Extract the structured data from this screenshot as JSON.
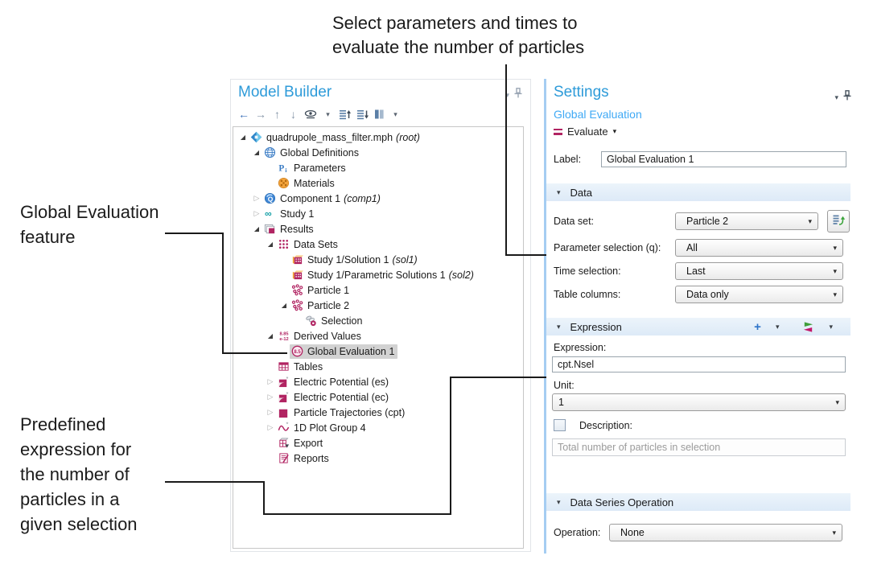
{
  "annotations": {
    "top": {
      "lines": [
        "Select parameters and times to",
        "evaluate the number of particles"
      ]
    },
    "global_eval": {
      "lines": [
        "Global Evaluation",
        "feature"
      ]
    },
    "predefined": {
      "lines": [
        "Predefined",
        "expression for",
        "the number of",
        "particles in a",
        "given selection"
      ]
    }
  },
  "model_builder": {
    "title": "Model Builder",
    "toolbar_icons": [
      {
        "icon": "back-arrow"
      },
      {
        "icon": "forward-arrow"
      },
      {
        "icon": "up-arrow"
      },
      {
        "icon": "down-arrow"
      },
      {
        "icon": "eye"
      },
      {
        "icon": "caret-down"
      },
      {
        "icon": "list-move-up"
      },
      {
        "icon": "list-move-down"
      },
      {
        "icon": "list-columns"
      },
      {
        "icon": "caret-down"
      }
    ],
    "tree": [
      {
        "label": "quadrupole_mass_filter.mph",
        "suffix": "(root)",
        "level": 0,
        "expand": "open",
        "icon": "model-root"
      },
      {
        "label": "Global Definitions",
        "level": 1,
        "expand": "open",
        "icon": "globe"
      },
      {
        "label": "Parameters",
        "level": 2,
        "expand": "leaf",
        "icon": "parameters"
      },
      {
        "label": "Materials",
        "level": 2,
        "expand": "leaf",
        "icon": "materials"
      },
      {
        "label": "Component 1",
        "suffix": "(comp1)",
        "level": 1,
        "expand": "closed",
        "icon": "component"
      },
      {
        "label": "Study 1",
        "level": 1,
        "expand": "closed",
        "icon": "study"
      },
      {
        "label": "Results",
        "level": 1,
        "expand": "open",
        "icon": "results"
      },
      {
        "label": "Data Sets",
        "level": 2,
        "expand": "open",
        "icon": "data-sets"
      },
      {
        "label": "Study 1/Solution 1",
        "suffix": "(sol1)",
        "level": 3,
        "expand": "leaf",
        "icon": "solution-cube"
      },
      {
        "label": "Study 1/Parametric Solutions 1",
        "suffix": "(sol2)",
        "level": 3,
        "expand": "leaf",
        "icon": "solution-cube"
      },
      {
        "label": "Particle 1",
        "level": 3,
        "expand": "leaf",
        "icon": "particle"
      },
      {
        "label": "Particle 2",
        "level": 3,
        "expand": "open",
        "icon": "particle"
      },
      {
        "label": "Selection",
        "level": 4,
        "expand": "leaf",
        "icon": "selection"
      },
      {
        "label": "Derived Values",
        "level": 2,
        "expand": "open",
        "icon": "derived-values"
      },
      {
        "label": "Global Evaluation 1",
        "level": 3,
        "expand": "leaf",
        "icon": "global-evaluation",
        "selected": true
      },
      {
        "label": "Tables",
        "level": 2,
        "expand": "leaf",
        "icon": "tables"
      },
      {
        "label": "Electric Potential (es)",
        "level": 2,
        "expand": "closed",
        "icon": "plot-group-3d"
      },
      {
        "label": "Electric Potential (ec)",
        "level": 2,
        "expand": "closed",
        "icon": "plot-group-3d"
      },
      {
        "label": "Particle Trajectories (cpt)",
        "level": 2,
        "expand": "closed",
        "icon": "plot-group-solid"
      },
      {
        "label": "1D Plot Group 4",
        "level": 2,
        "expand": "closed",
        "icon": "plot-group-1d"
      },
      {
        "label": "Export",
        "level": 2,
        "expand": "leaf",
        "icon": "export"
      },
      {
        "label": "Reports",
        "level": 2,
        "expand": "leaf",
        "icon": "reports"
      }
    ]
  },
  "settings": {
    "title": "Settings",
    "subtitle": "Global Evaluation",
    "evaluate_button": "Evaluate",
    "label_row": {
      "label": "Label:",
      "value": "Global Evaluation 1"
    },
    "data_section": {
      "title": "Data",
      "rows": [
        {
          "label": "Data set:",
          "value": "Particle 2",
          "extra_button": true
        },
        {
          "label": "Parameter selection (q):",
          "value": "All"
        },
        {
          "label": "Time selection:",
          "value": "Last"
        },
        {
          "label": "Table columns:",
          "value": "Data only"
        }
      ]
    },
    "expression_section": {
      "title": "Expression",
      "expression_label": "Expression:",
      "expression_value": "cpt.Nsel",
      "unit_label": "Unit:",
      "unit_value": "1",
      "description_label": "Description:",
      "description_placeholder": "Total number of particles in selection"
    },
    "operation_section": {
      "title": "Data Series Operation",
      "operation_label": "Operation:",
      "operation_value": "None"
    }
  },
  "colors": {
    "accent_blue": "#2e9bd9",
    "link_blue": "#3fa9f5",
    "comsol_magenta": "#b12462",
    "section_header_bg": "#e4eff9",
    "tree_selection_bg": "#d2d2d2",
    "connector": "#1a1a1a"
  }
}
